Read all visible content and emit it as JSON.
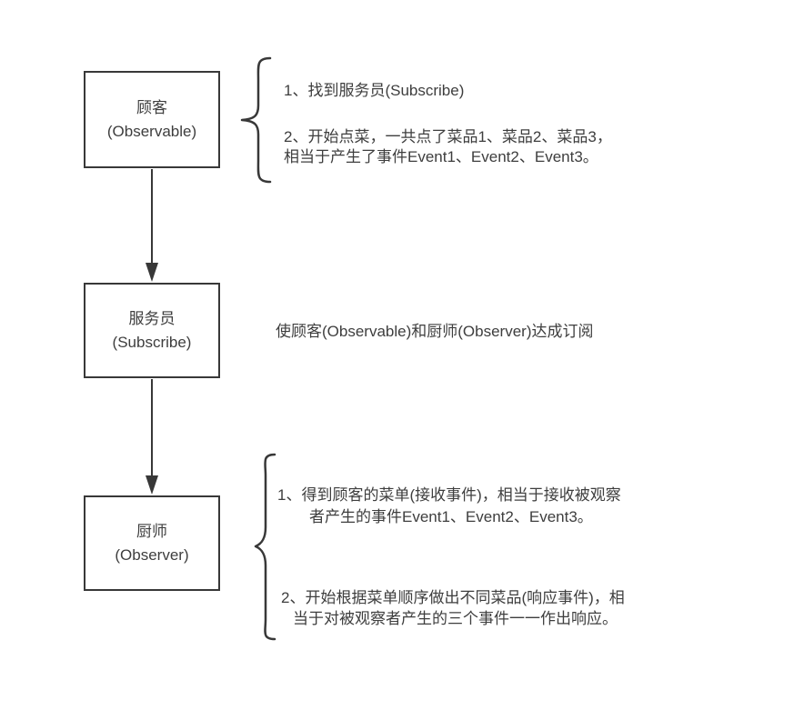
{
  "diagram": {
    "colors": {
      "stroke": "#383838",
      "text": "#3e3e3e",
      "background": "#ffffff"
    },
    "nodes": [
      {
        "title": "顾客",
        "subtitle": "(Observable)"
      },
      {
        "title": "服务员",
        "subtitle": "(Subscribe)"
      },
      {
        "title": "厨师",
        "subtitle": "(Observer)"
      }
    ],
    "icons": {
      "arrow_1": "down-arrow",
      "arrow_2": "down-arrow",
      "brace_top": "left-curly-brace",
      "brace_bottom": "left-curly-brace"
    },
    "notes": {
      "customer": {
        "item1": "1、找到服务员(Subscribe)",
        "item2_line1": "2、开始点菜，一共点了菜品1、菜品2、菜品3，",
        "item2_line2": "相当于产生了事件Event1、Event2、Event3。"
      },
      "waiter": "使顾客(Observable)和厨师(Observer)达成订阅",
      "chef": {
        "item1_line1": "1、得到顾客的菜单(接收事件)，相当于接收被观察",
        "item1_line2": "者产生的事件Event1、Event2、Event3。",
        "item2_line1": "2、开始根据菜单顺序做出不同菜品(响应事件)，相",
        "item2_line2": "当于对被观察者产生的三个事件一一作出响应。"
      }
    }
  }
}
